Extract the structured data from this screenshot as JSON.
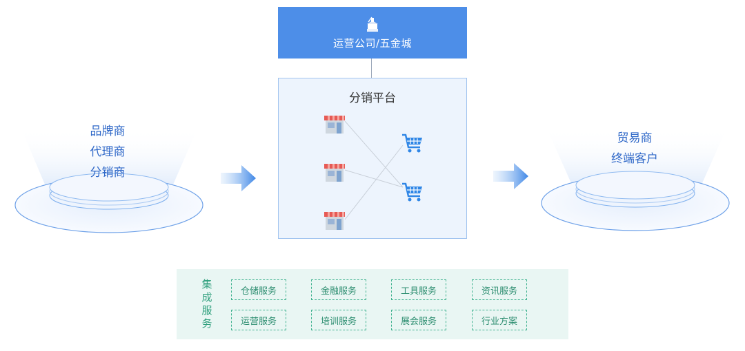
{
  "operator": {
    "label": "运营公司/五金城",
    "icon": "storefront-icon"
  },
  "platform": {
    "title": "分销平台",
    "store_icon": "shop-icon",
    "cart_icon": "shopping-cart-icon"
  },
  "left": {
    "lines": [
      "品牌商",
      "代理商",
      "分销商"
    ]
  },
  "right": {
    "lines": [
      "贸易商",
      "终端客户"
    ]
  },
  "services": {
    "title": "集成服务",
    "items": [
      "仓储服务",
      "金融服务",
      "工具服务",
      "资讯服务",
      "运营服务",
      "培训服务",
      "展会服务",
      "行业方案"
    ]
  },
  "colors": {
    "operator_bg": "#4d8ee8",
    "platform_bg": "#edf4fd",
    "side_text": "#2f68c8",
    "service_bg": "#e9f6f3",
    "service_text": "#2f8f72"
  }
}
